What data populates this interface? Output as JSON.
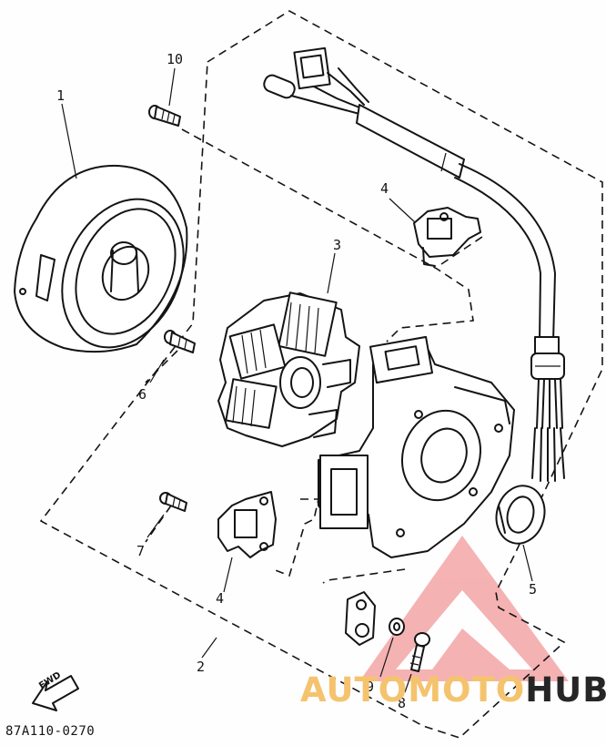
{
  "diagram": {
    "part_code": "87A110-0270",
    "fwd_label": "FWD",
    "callouts": [
      {
        "id": "1",
        "text": "1"
      },
      {
        "id": "2",
        "text": "2"
      },
      {
        "id": "3",
        "text": "3"
      },
      {
        "id": "4a",
        "text": "4"
      },
      {
        "id": "4b",
        "text": "4"
      },
      {
        "id": "5",
        "text": "5"
      },
      {
        "id": "6",
        "text": "6"
      },
      {
        "id": "7",
        "text": "7"
      },
      {
        "id": "8",
        "text": "8"
      },
      {
        "id": "9",
        "text": "9"
      },
      {
        "id": "10",
        "text": "10"
      }
    ]
  },
  "watermark": {
    "part1": "AUTO",
    "part2": "MOTO",
    "part3": "HUB",
    "color_light": "#f5c36e",
    "color_dark": "#262626",
    "logo_color": "#f08080"
  },
  "colors": {
    "ink": "#141414",
    "paper": "#fefefe"
  }
}
